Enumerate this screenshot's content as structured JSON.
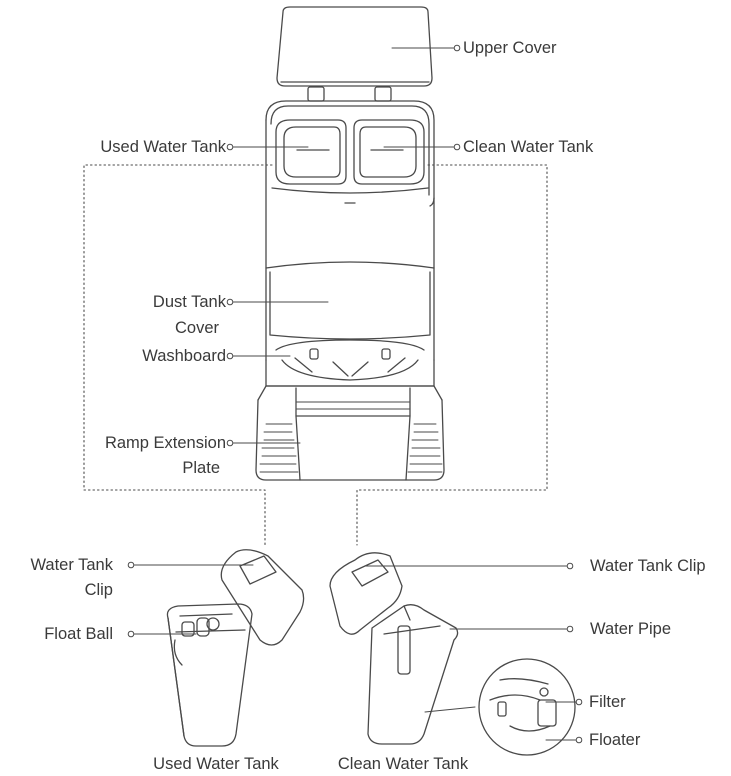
{
  "labels": {
    "upper_cover": "Upper Cover",
    "used_water_tank": "Used Water Tank",
    "clean_water_tank": "Clean Water Tank",
    "dust_tank_cover_line1": "Dust Tank",
    "dust_tank_cover_line2": "Cover",
    "washboard": "Washboard",
    "ramp_extension_line1": "Ramp Extension",
    "ramp_extension_line2": "Plate",
    "water_tank_clip_left_line1": "Water Tank",
    "water_tank_clip_left_line2": "Clip",
    "float_ball": "Float Ball",
    "water_tank_clip_right": "Water Tank Clip",
    "water_pipe": "Water Pipe",
    "filter": "Filter",
    "floater": "Floater",
    "caption_used_tank": "Used Water Tank",
    "caption_clean_tank": "Clean Water Tank"
  },
  "colors": {
    "line": "#4a4a4a",
    "text": "#3a3a3a"
  }
}
